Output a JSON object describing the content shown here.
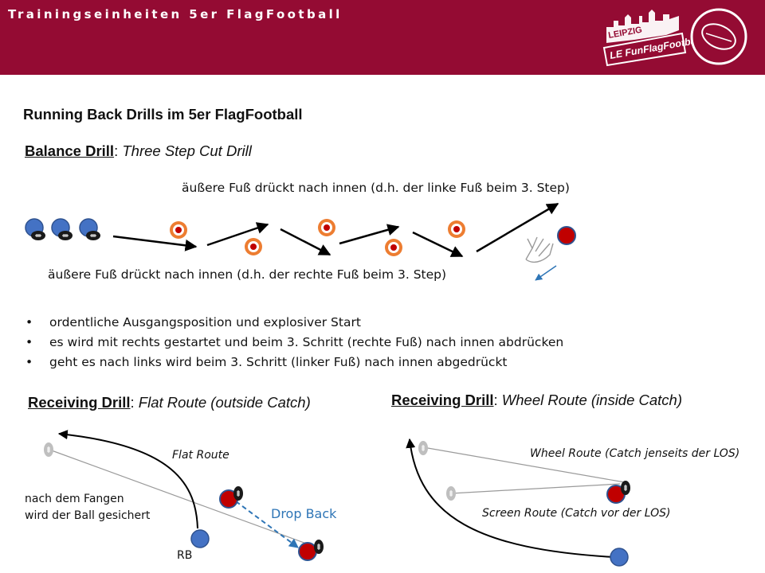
{
  "header": {
    "title": "Trainingseinheiten 5er FlagFootball",
    "logo_city": "LEIPZIG",
    "logo_name": "LE FunFlagFootball",
    "color": "#940b33"
  },
  "main_title": "Running Back Drills im 5er FlagFootball",
  "balance": {
    "label": "Balance Drill",
    "sep": ": ",
    "subtitle": "Three Step Cut Drill",
    "note_top": "äußere Fuß drückt nach innen (d.h. der linke Fuß beim 3. Step)",
    "note_bottom": "äußere Fuß drückt nach innen (d.h. der rechte Fuß beim 3. Step)",
    "bullets": [
      "ordentliche Ausgangsposition und explosiver Start",
      "es wird mit rechts gestartet und beim 3. Schritt (rechte Fuß) nach innen abdrücken",
      "geht es nach links wird beim 3. Schritt (linker Fuß) nach innen abgedrückt"
    ]
  },
  "flat": {
    "label": "Receiving Drill",
    "sep": ": ",
    "subtitle": "Flat Route (outside Catch)",
    "route_label": "Flat Route",
    "secure_line1": "nach dem Fangen",
    "secure_line2": "wird der Ball gesichert",
    "drop_back": "Drop Back",
    "rb": "RB"
  },
  "wheel": {
    "label": "Receiving Drill",
    "sep": ": ",
    "subtitle": "Wheel Route (inside Catch)",
    "wheel_label": "Wheel Route (Catch jenseits der LOS)",
    "screen_label": "Screen Route (Catch vor der LOS)"
  },
  "colors": {
    "player_blue": "#4472c4",
    "player_red": "#c00000",
    "cone": "#ed7d31",
    "drop_back": "#2e75b6"
  },
  "icons": [
    "football-icon",
    "cone-icon",
    "hand-icon",
    "player-icon"
  ]
}
